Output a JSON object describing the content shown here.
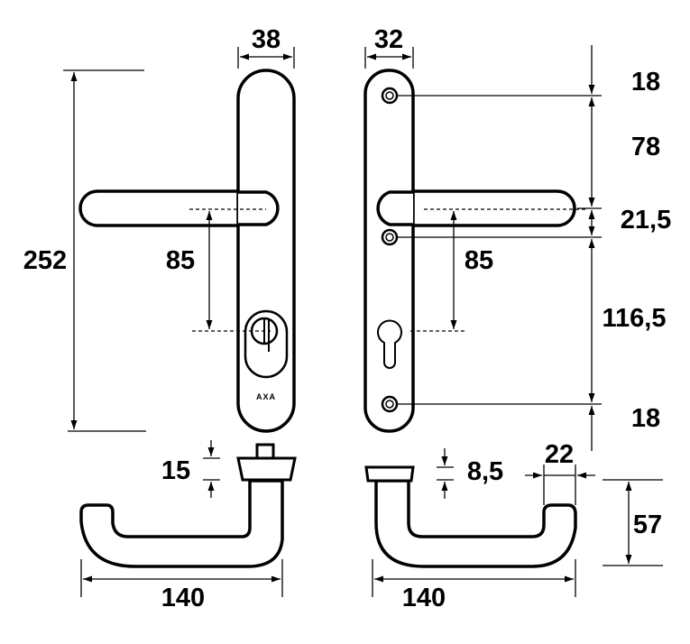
{
  "brand_logo": "AXA",
  "dimensions": {
    "plate_width_left": "38",
    "plate_width_right": "32",
    "plate_height": "252",
    "center_distance_left": "85",
    "center_distance_right": "85",
    "hole_top_offset": "18",
    "top_hole_to_handle": "78",
    "handle_to_mid_hole": "21,5",
    "mid_hole_to_bottom_hole": "116,5",
    "hole_bottom_offset": "18",
    "rose_height_left": "15",
    "rose_height_right": "8,5",
    "grip_diameter": "22",
    "handle_projection": "57",
    "handle_length_left": "140",
    "handle_length_right": "140"
  }
}
